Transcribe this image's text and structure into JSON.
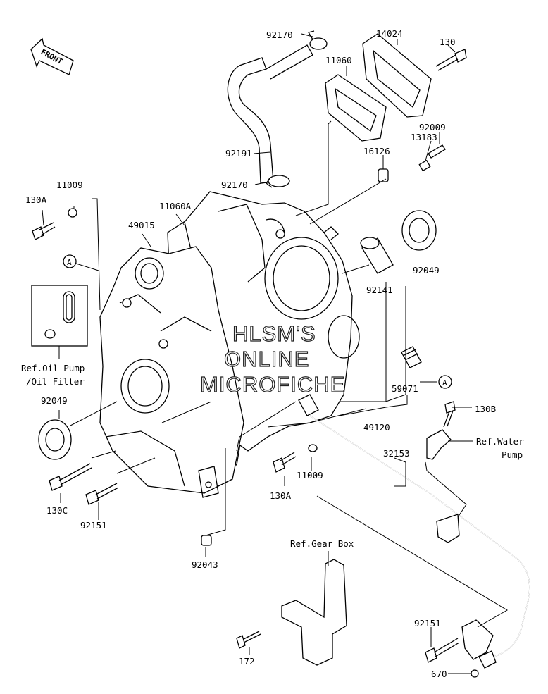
{
  "watermark": [
    "HLSM'S",
    "ONLINE",
    "MICROFICHE"
  ],
  "front_label": "FRONT",
  "callout_marker": "A",
  "labels": {
    "p92170_top": "92170",
    "p14024": "14024",
    "p130": "130",
    "p11060": "11060",
    "p92009": "92009",
    "p13183": "13183",
    "p16126": "16126",
    "p92191": "92191",
    "p92170_mid": "92170",
    "p11009_top": "11009",
    "p130A_top": "130A",
    "p11060A": "11060A",
    "p49015": "49015",
    "p92049_right": "92049",
    "p92141": "92141",
    "ref_oil_1": "Ref.Oil Pump",
    "ref_oil_2": "/Oil Filter",
    "p92049_left": "92049",
    "p59071": "59071",
    "p49120": "49120",
    "p130B": "130B",
    "ref_water_1": "Ref.Water",
    "ref_water_2": "Pump",
    "p32153": "32153",
    "p11009_mid": "11009",
    "p130A_mid": "130A",
    "p130C": "130C",
    "p92151_left": "92151",
    "p92043": "92043",
    "ref_gear": "Ref.Gear Box",
    "p92151_right": "92151",
    "p172": "172",
    "p670": "670"
  }
}
